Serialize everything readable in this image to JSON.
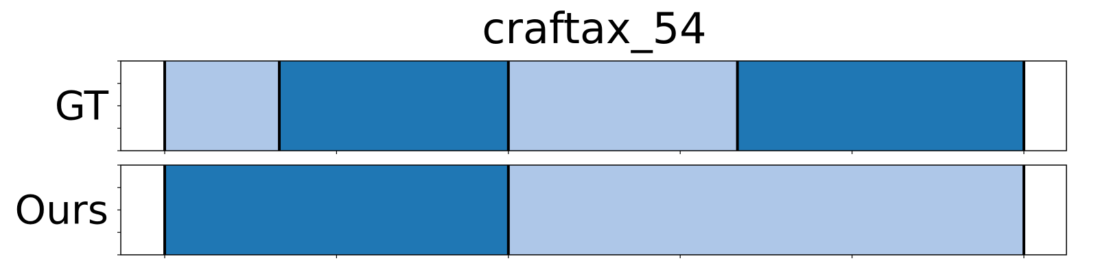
{
  "chart_data": {
    "type": "segmentation_timeline",
    "title": "craftax_54",
    "x_range": [
      0,
      5
    ],
    "x_ticks": [
      0,
      1,
      2,
      3,
      4,
      5
    ],
    "rows": [
      {
        "label": "GT",
        "segments": [
          {
            "start": 0,
            "end": 0.667,
            "color": "#aec7e8"
          },
          {
            "start": 0.667,
            "end": 2,
            "color": "#1f77b4"
          },
          {
            "start": 2,
            "end": 3.333,
            "color": "#aec7e8"
          },
          {
            "start": 3.333,
            "end": 5,
            "color": "#1f77b4"
          }
        ],
        "boundaries": [
          0,
          0.667,
          2,
          3.333,
          5
        ]
      },
      {
        "label": "Ours",
        "segments": [
          {
            "start": 0,
            "end": 2,
            "color": "#1f77b4"
          },
          {
            "start": 2,
            "end": 5,
            "color": "#aec7e8"
          }
        ],
        "boundaries": [
          0,
          2,
          5
        ]
      }
    ]
  }
}
